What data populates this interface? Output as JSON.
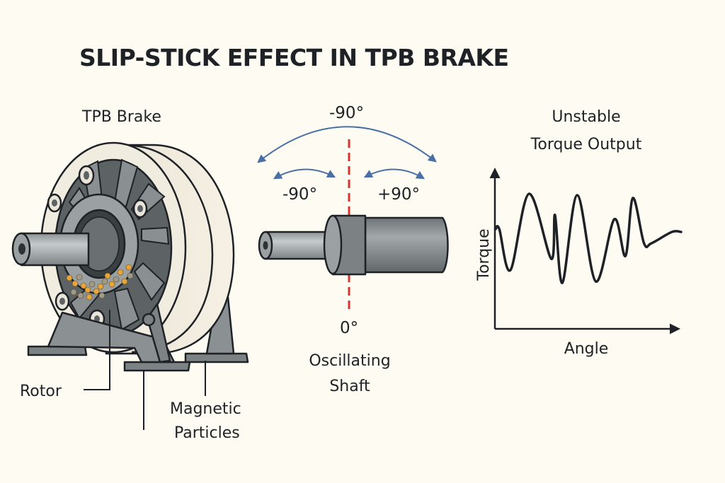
{
  "title": "SLIP-STICK EFFECT IN TPB BRAKE",
  "brake": {
    "heading": "TPB Brake",
    "callouts": {
      "rotor": "Rotor",
      "particles_line1": "Magnetic",
      "particles_line2": "Particles"
    }
  },
  "shaft": {
    "top_angle": "-90°",
    "left_angle": "-90°",
    "right_angle": "+90°",
    "zero_angle": "0°",
    "label_line1": "Oscillating",
    "label_line2": "Shaft",
    "colors": {
      "arrow": "#4a6fa5",
      "centerline": "#d9322e"
    }
  },
  "graph": {
    "title_line1": "Unstable",
    "title_line2": "Torque Output",
    "xlabel": "Angle",
    "ylabel": "Torque"
  },
  "chart_data": {
    "type": "line",
    "title": "Unstable Torque Output",
    "xlabel": "Angle",
    "ylabel": "Torque",
    "grid": false,
    "legend": "none",
    "xlim": [
      0,
      100
    ],
    "ylim": [
      0,
      10
    ],
    "series": [
      {
        "name": "Torque",
        "x": [
          0,
          2,
          8,
          18,
          30,
          32,
          36,
          44,
          54,
          64,
          70,
          74,
          80,
          84,
          95,
          100
        ],
        "y": [
          6.3,
          6.3,
          3.4,
          8.8,
          4.2,
          7.3,
          2.5,
          8.7,
          2.6,
          7.0,
          4.4,
          8.5,
          5.3,
          5.3,
          6.1,
          6.1
        ]
      }
    ]
  }
}
